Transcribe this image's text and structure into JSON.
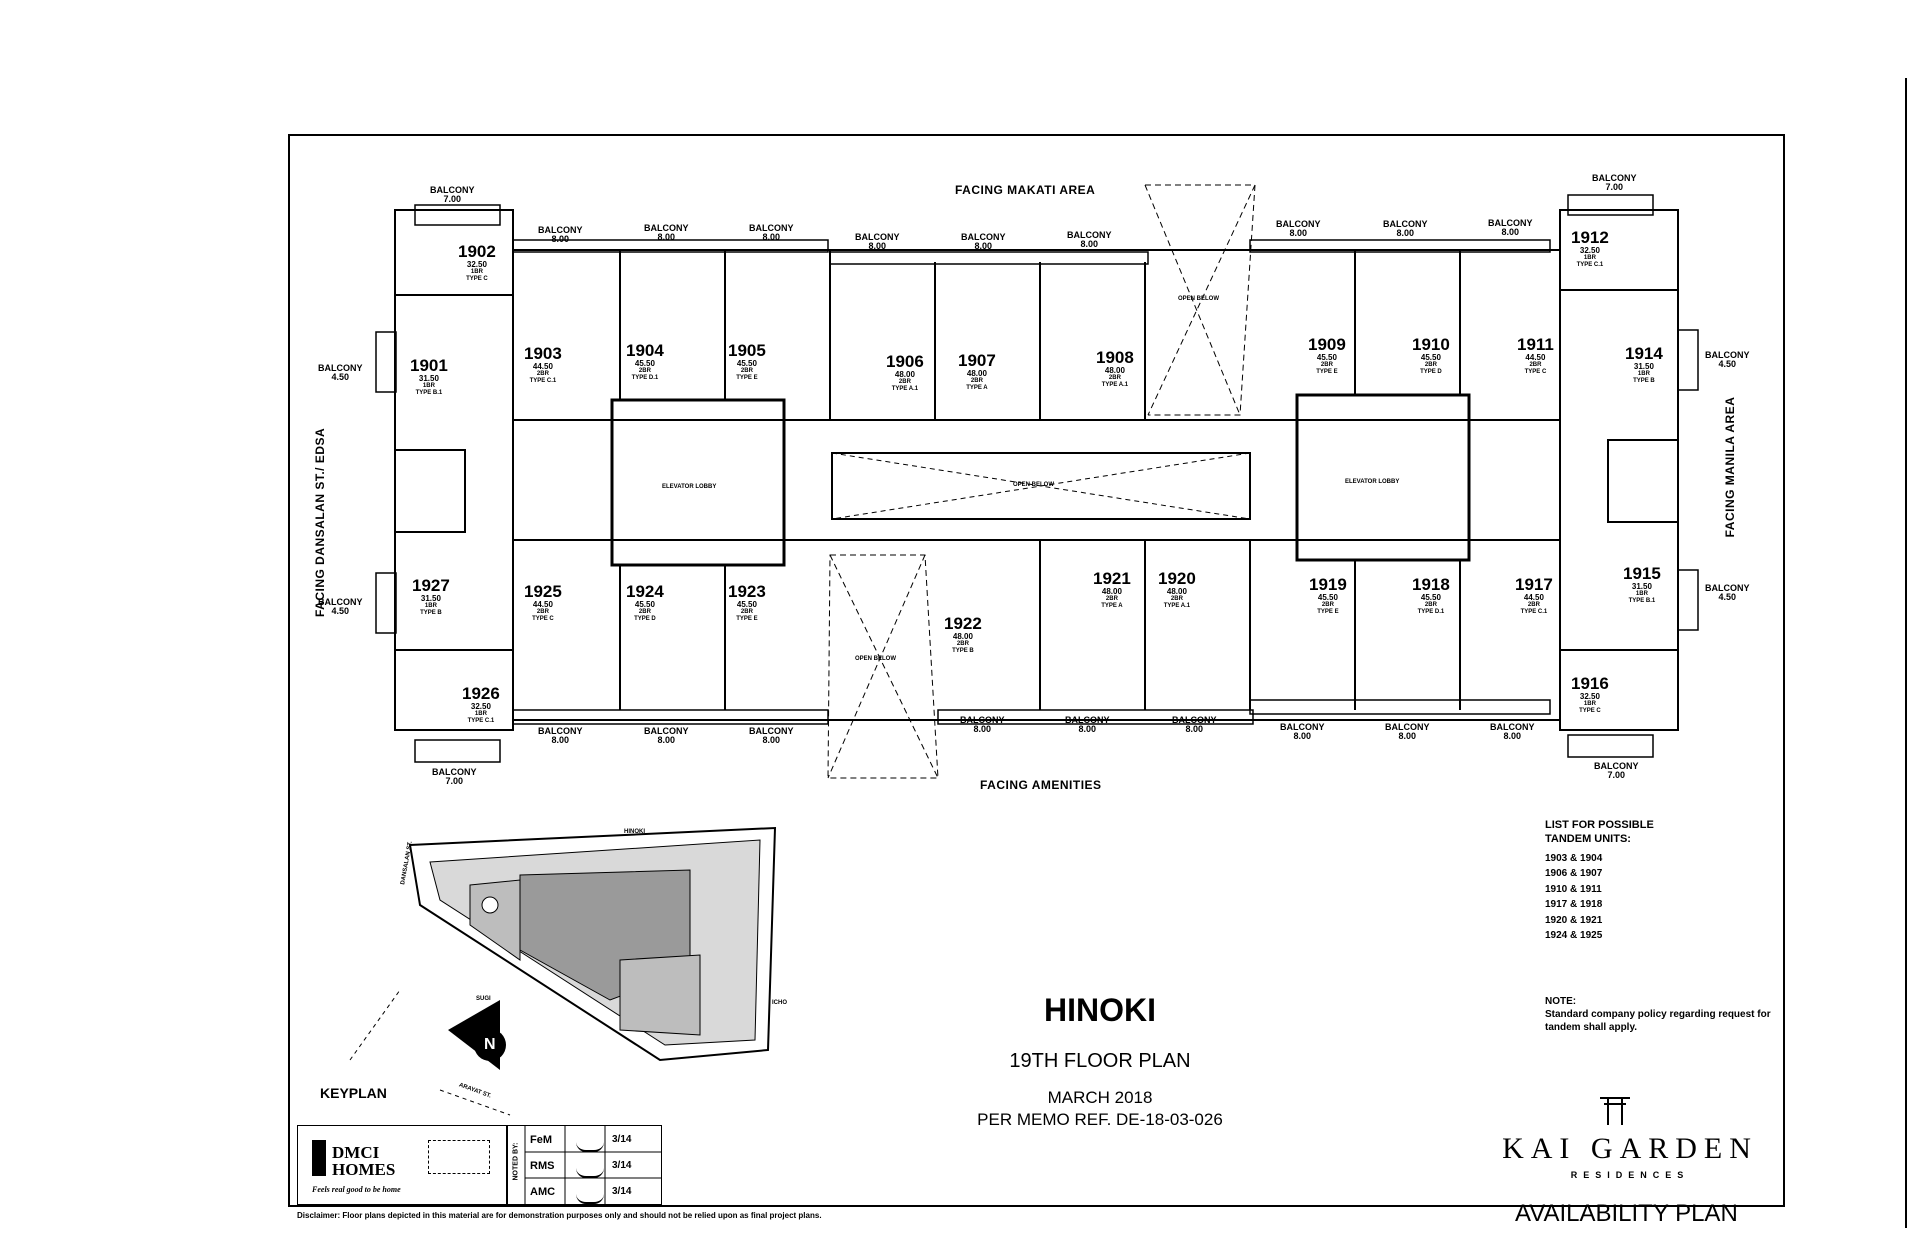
{
  "facing": {
    "top": "FACING MAKATI AREA",
    "bottom": "FACING AMENITIES",
    "left": "FACING DANSALAN ST./ EDSA",
    "right": "FACING MANILA AREA"
  },
  "areas": {
    "elevator_lobby_left": "ELEVATOR LOBBY",
    "elevator_lobby_right": "ELEVATOR LOBBY",
    "open_below_center": "OPEN BELOW",
    "open_below_top": "OPEN BELOW",
    "open_below_bottom": "OPEN BELOW"
  },
  "units": [
    {
      "no": "1902",
      "area": "32.50",
      "br": "1BR",
      "type": "TYPE C"
    },
    {
      "no": "1901",
      "area": "31.50",
      "br": "1BR",
      "type": "TYPE B.1"
    },
    {
      "no": "1903",
      "area": "44.50",
      "br": "2BR",
      "type": "TYPE C.1"
    },
    {
      "no": "1904",
      "area": "45.50",
      "br": "2BR",
      "type": "TYPE D.1"
    },
    {
      "no": "1905",
      "area": "45.50",
      "br": "2BR",
      "type": "TYPE E"
    },
    {
      "no": "1906",
      "area": "48.00",
      "br": "2BR",
      "type": "TYPE A.1"
    },
    {
      "no": "1907",
      "area": "48.00",
      "br": "2BR",
      "type": "TYPE A"
    },
    {
      "no": "1908",
      "area": "48.00",
      "br": "2BR",
      "type": "TYPE A.1"
    },
    {
      "no": "1909",
      "area": "45.50",
      "br": "2BR",
      "type": "TYPE E"
    },
    {
      "no": "1910",
      "area": "45.50",
      "br": "2BR",
      "type": "TYPE D"
    },
    {
      "no": "1911",
      "area": "44.50",
      "br": "2BR",
      "type": "TYPE C"
    },
    {
      "no": "1912",
      "area": "32.50",
      "br": "1BR",
      "type": "TYPE C.1"
    },
    {
      "no": "1914",
      "area": "31.50",
      "br": "1BR",
      "type": "TYPE B"
    },
    {
      "no": "1915",
      "area": "31.50",
      "br": "1BR",
      "type": "TYPE B.1"
    },
    {
      "no": "1916",
      "area": "32.50",
      "br": "1BR",
      "type": "TYPE C"
    },
    {
      "no": "1917",
      "area": "44.50",
      "br": "2BR",
      "type": "TYPE C.1"
    },
    {
      "no": "1918",
      "area": "45.50",
      "br": "2BR",
      "type": "TYPE D.1"
    },
    {
      "no": "1919",
      "area": "45.50",
      "br": "2BR",
      "type": "TYPE E"
    },
    {
      "no": "1920",
      "area": "48.00",
      "br": "2BR",
      "type": "TYPE A.1"
    },
    {
      "no": "1921",
      "area": "48.00",
      "br": "2BR",
      "type": "TYPE A"
    },
    {
      "no": "1922",
      "area": "48.00",
      "br": "2BR",
      "type": "TYPE B"
    },
    {
      "no": "1923",
      "area": "45.50",
      "br": "2BR",
      "type": "TYPE E"
    },
    {
      "no": "1924",
      "area": "45.50",
      "br": "2BR",
      "type": "TYPE D"
    },
    {
      "no": "1925",
      "area": "44.50",
      "br": "2BR",
      "type": "TYPE C"
    },
    {
      "no": "1927",
      "area": "31.50",
      "br": "1BR",
      "type": "TYPE B"
    },
    {
      "no": "1926",
      "area": "32.50",
      "br": "1BR",
      "type": "TYPE C.1"
    }
  ],
  "balconies": [
    {
      "label": "BALCONY",
      "size": "7.00"
    },
    {
      "label": "BALCONY",
      "size": "8.00"
    },
    {
      "label": "BALCONY",
      "size": "8.00"
    },
    {
      "label": "BALCONY",
      "size": "8.00"
    },
    {
      "label": "BALCONY",
      "size": "8.00"
    },
    {
      "label": "BALCONY",
      "size": "8.00"
    },
    {
      "label": "BALCONY",
      "size": "8.00"
    },
    {
      "label": "BALCONY",
      "size": "8.00"
    },
    {
      "label": "BALCONY",
      "size": "8.00"
    },
    {
      "label": "BALCONY",
      "size": "8.00"
    },
    {
      "label": "BALCONY",
      "size": "7.00"
    },
    {
      "label": "BALCONY",
      "size": "4.50"
    },
    {
      "label": "BALCONY",
      "size": "4.50"
    },
    {
      "label": "BALCONY",
      "size": "4.50"
    },
    {
      "label": "BALCONY",
      "size": "4.50"
    },
    {
      "label": "BALCONY",
      "size": "8.00"
    },
    {
      "label": "BALCONY",
      "size": "8.00"
    },
    {
      "label": "BALCONY",
      "size": "8.00"
    },
    {
      "label": "BALCONY",
      "size": "8.00"
    },
    {
      "label": "BALCONY",
      "size": "8.00"
    },
    {
      "label": "BALCONY",
      "size": "8.00"
    },
    {
      "label": "BALCONY",
      "size": "8.00"
    },
    {
      "label": "BALCONY",
      "size": "8.00"
    },
    {
      "label": "BALCONY",
      "size": "8.00"
    },
    {
      "label": "BALCONY",
      "size": "7.00"
    },
    {
      "label": "BALCONY",
      "size": "7.00"
    }
  ],
  "tandem": {
    "title": "LIST FOR POSSIBLE TANDEM UNITS:",
    "pairs": [
      "1903 & 1904",
      "1906 & 1907",
      "1910 & 1911",
      "1917 & 1918",
      "1920 & 1921",
      "1924 & 1925"
    ]
  },
  "note": {
    "title": "NOTE:",
    "text": "Standard company policy regarding request for tandem shall apply."
  },
  "title": {
    "project": "HINOKI",
    "floor": "19TH FLOOR PLAN",
    "date": "MARCH 2018",
    "memo": "PER MEMO REF. DE-18-03-026"
  },
  "keyplan": {
    "label": "KEYPLAN",
    "north": "N",
    "streets": [
      "HINOKI",
      "DANSALAN ST.",
      "SUGI",
      "ICHO",
      "ARAYAT ST."
    ]
  },
  "logo": {
    "brand": "DMCI HOMES",
    "tagline": "Feels real good to be home"
  },
  "noted": {
    "label": "NOTED BY:",
    "rows": [
      {
        "initials": "FeM",
        "date": "3/14"
      },
      {
        "initials": "RMS",
        "date": "3/14"
      },
      {
        "initials": "AMC",
        "date": "3/14"
      }
    ]
  },
  "brand": {
    "name": "KAI GARDEN",
    "sub": "RESIDENCES"
  },
  "availability": "AVAILABILITY PLAN",
  "disclaimer": "Disclaimer:   Floor plans depicted in this material are for demonstration purposes only and should not be relied upon as final project plans."
}
